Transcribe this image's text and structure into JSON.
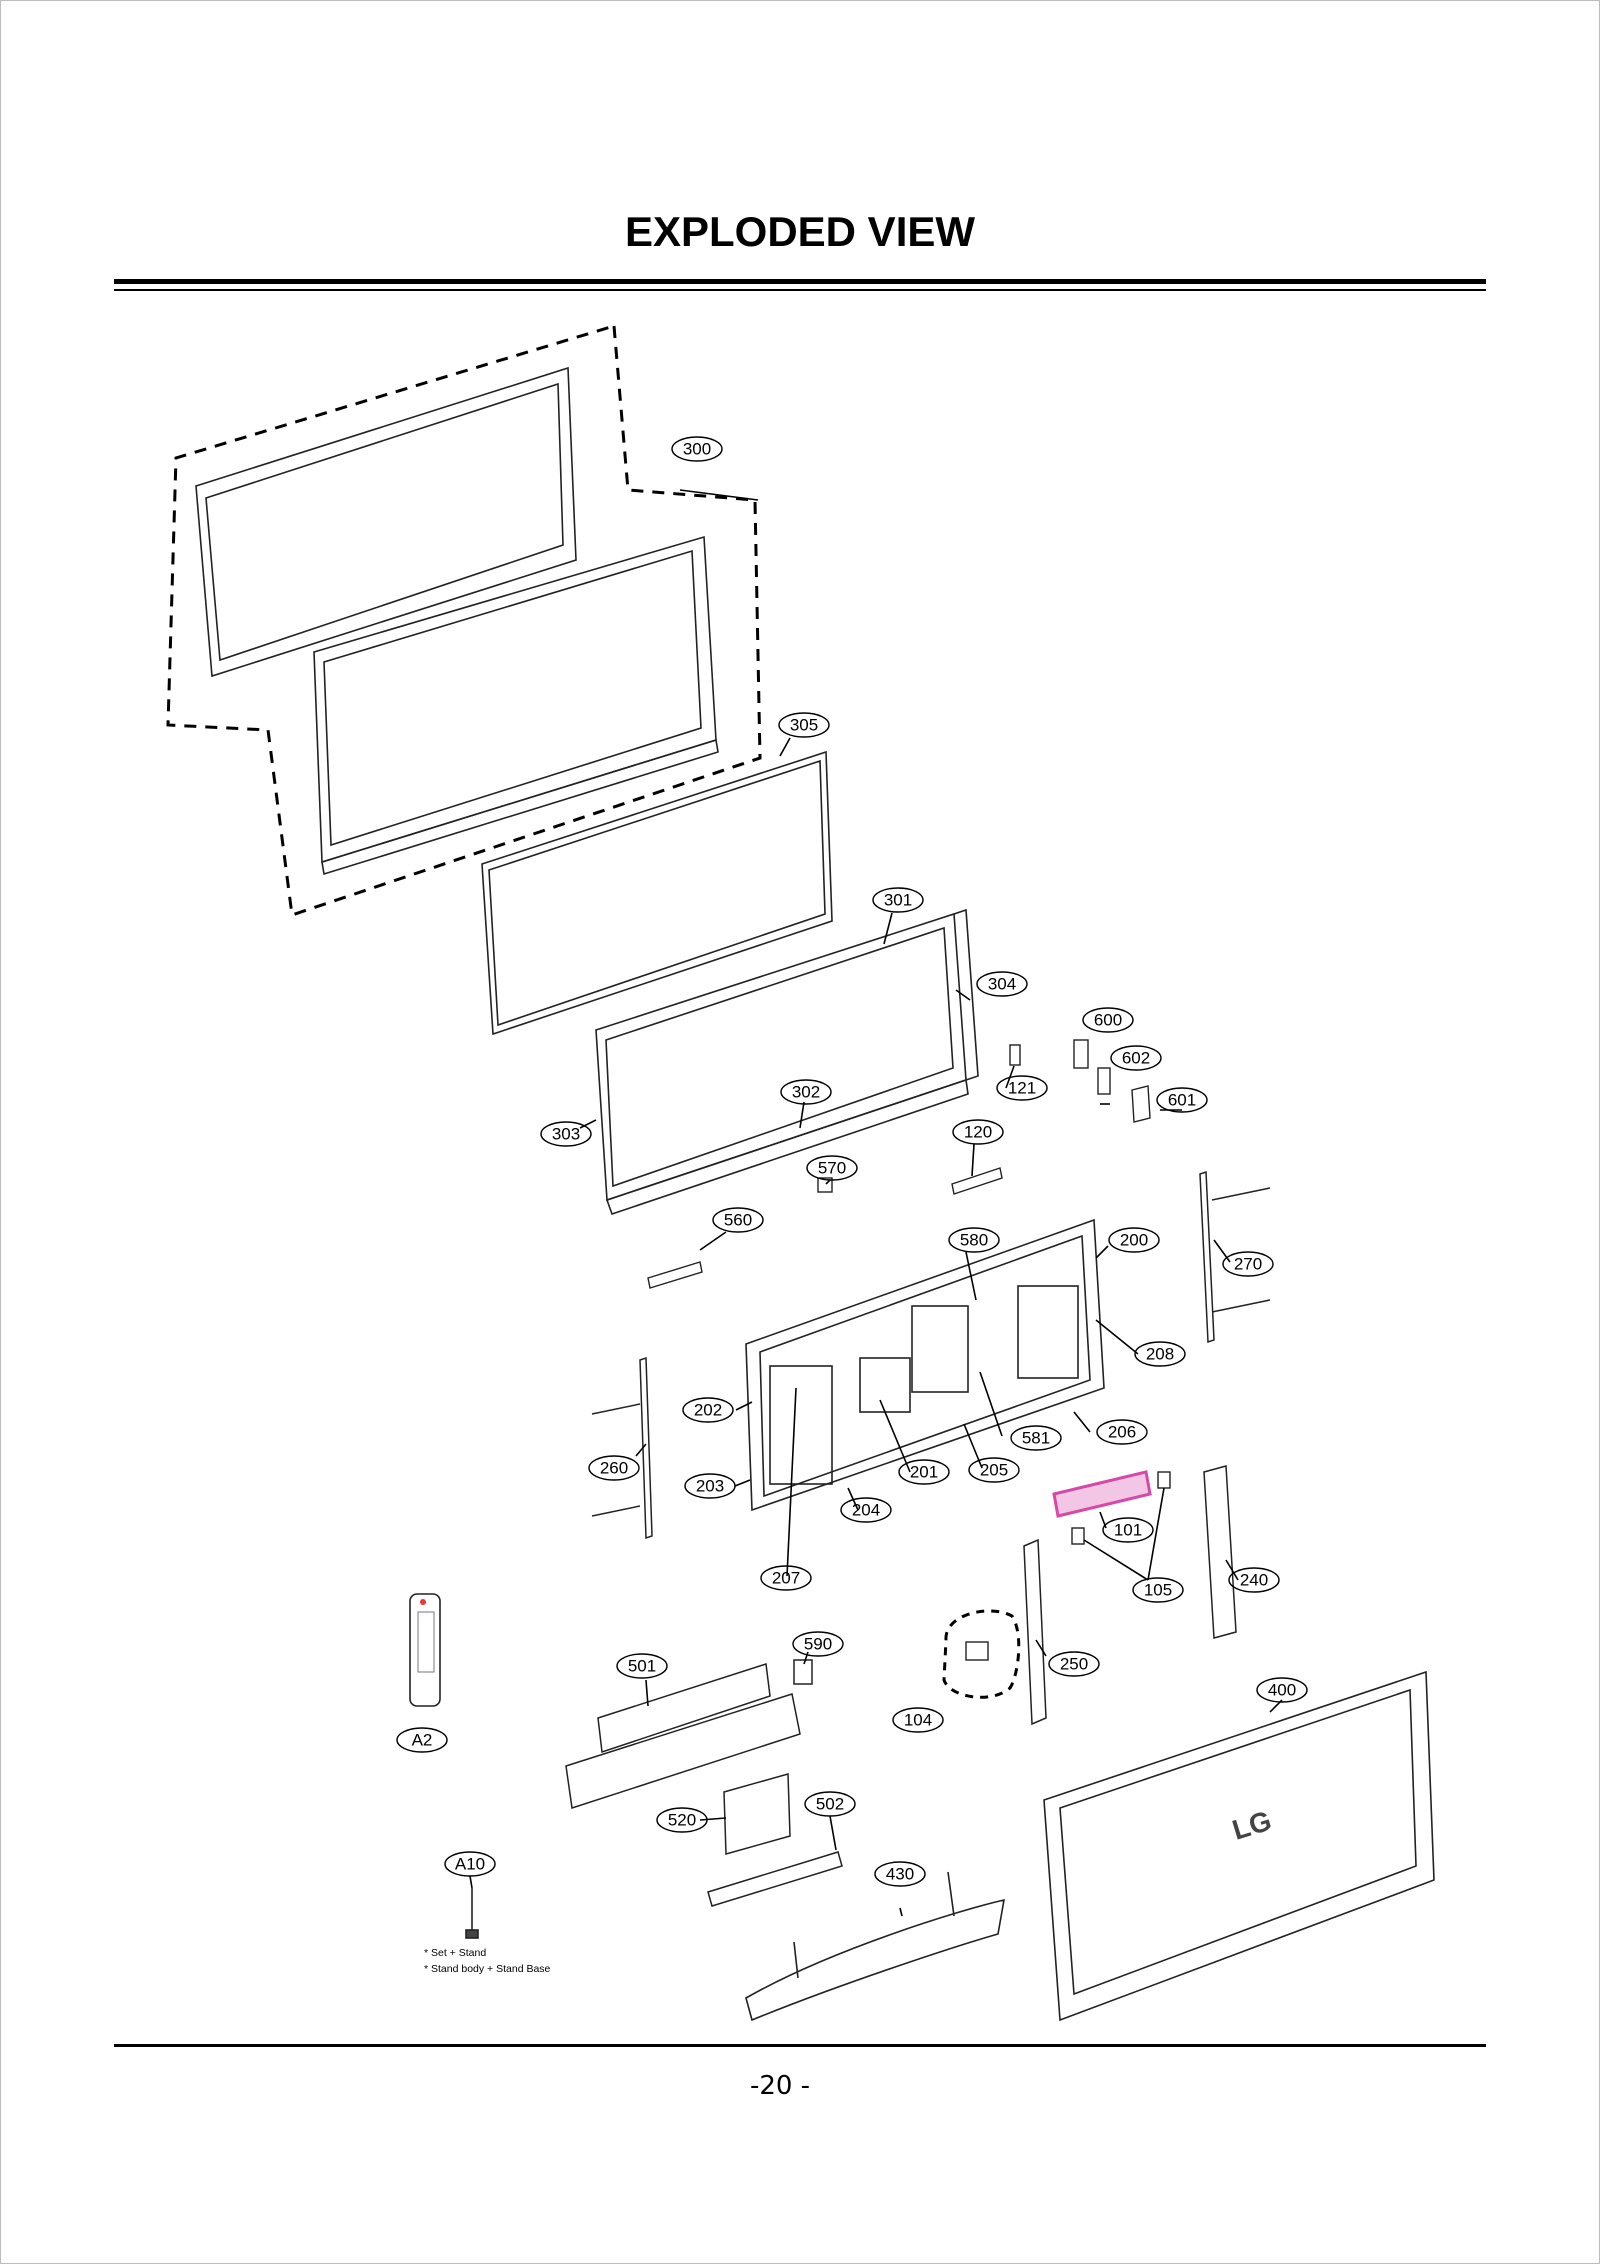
{
  "page": {
    "title": "EXPLODED VIEW",
    "page_number": "-20 -"
  },
  "notes": [
    "* Set + Stand",
    "* Stand body + Stand Base"
  ],
  "logo_text": "LG",
  "accent_color": "#d64aa6",
  "part_labels": {
    "p300": "300",
    "p305": "305",
    "p301": "301",
    "p304": "304",
    "p600": "600",
    "p602": "602",
    "p121": "121",
    "p601": "601",
    "p302": "302",
    "p303": "303",
    "p120": "120",
    "p570": "570",
    "p560": "560",
    "p580": "580",
    "p200": "200",
    "p270": "270",
    "p208": "208",
    "p202": "202",
    "p206": "206",
    "p581": "581",
    "p260": "260",
    "p201": "201",
    "p205": "205",
    "p203": "203",
    "p204": "204",
    "p101": "101",
    "p207": "207",
    "p105": "105",
    "p240": "240",
    "p590": "590",
    "p501": "501",
    "p250": "250",
    "p104": "104",
    "p400": "400",
    "pA2": "A2",
    "p502": "502",
    "p520": "520",
    "pA10": "A10",
    "p430": "430"
  }
}
